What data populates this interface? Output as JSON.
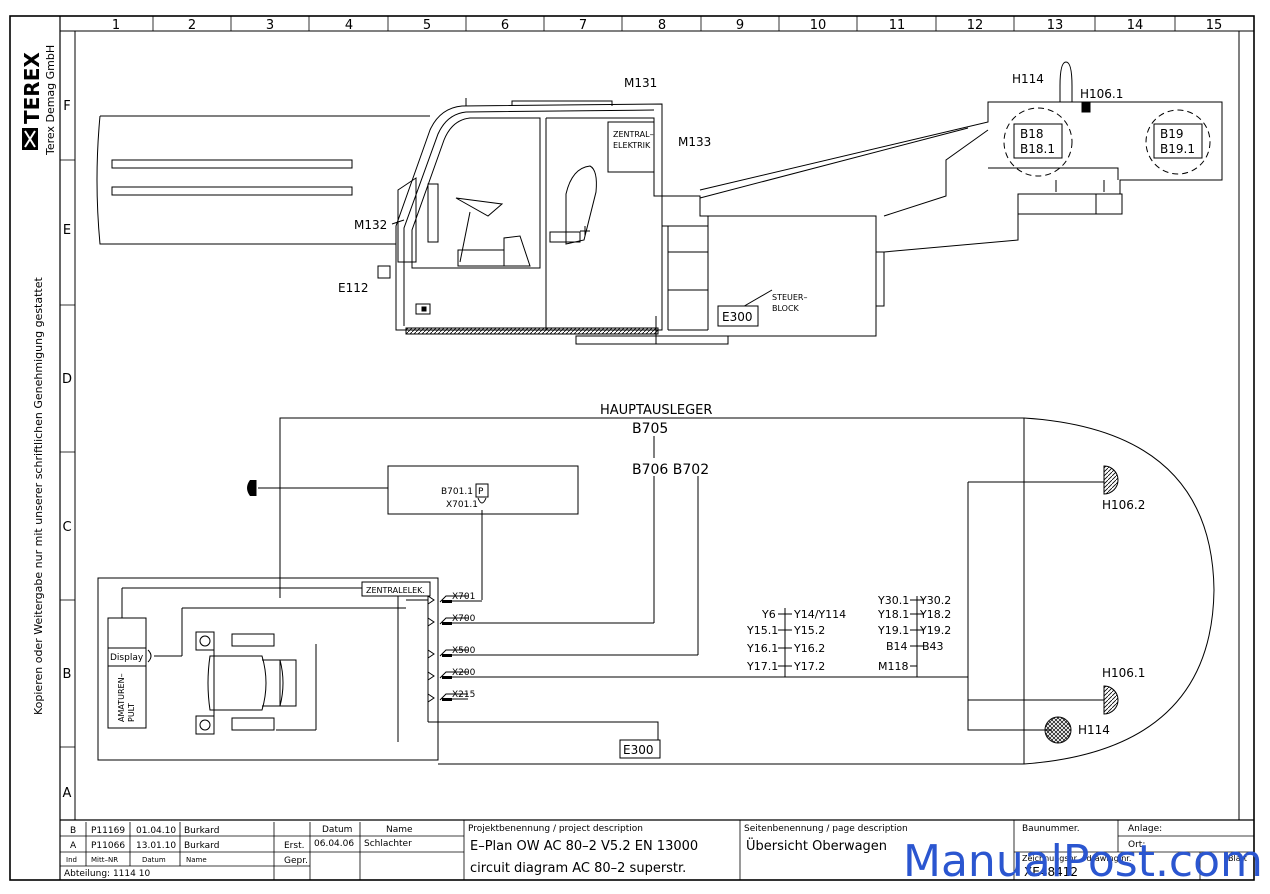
{
  "brand": {
    "logo_text": "TEREX",
    "company": "Terex Demag GmbH"
  },
  "side_note": "Kopieren oder Weitergabe nur mit unserer schriftlichen Genehmigung gestattet",
  "grid": {
    "columns": [
      "1",
      "2",
      "3",
      "4",
      "5",
      "6",
      "7",
      "8",
      "9",
      "10",
      "11",
      "12",
      "13",
      "14",
      "15"
    ],
    "rows": [
      "F",
      "E",
      "D",
      "C",
      "B",
      "A"
    ]
  },
  "upper": {
    "m131": "M131",
    "m132": "M132",
    "m133": "M133",
    "e112": "E112",
    "h114": "H114",
    "h106_1": "H106.1",
    "zentral_1": "ZENTRAL–",
    "zentral_2": "ELEKTRIK",
    "steuer_1": "STEUER–",
    "steuer_2": "BLOCK",
    "e300": "E300",
    "b18": "B18",
    "b18_1": "B18.1",
    "b19": "B19",
    "b19_1": "B19.1"
  },
  "lower": {
    "hauptausleger": "HAUPTAUSLEGER",
    "b705": "B705",
    "b706_b702": "B706 B702",
    "b701_1": "B701.1",
    "p": "P",
    "x701_1": "X701.1",
    "zentralelek": "ZENTRALELEK.",
    "x701": "X701",
    "x700": "X700",
    "x500": "X500",
    "x200": "X200",
    "x215": "X215",
    "display": "Display",
    "amaturen_1": "AMATUREN–",
    "amaturen_2": "PULT",
    "e300": "E300",
    "h106_2": "H106.2",
    "h106_1": "H106.1",
    "h114": "H114",
    "y6": "Y6",
    "y14": "Y14/Y114",
    "y15_1": "Y15.1",
    "y15_2": "Y15.2",
    "y16_1": "Y16.1",
    "y16_2": "Y16.2",
    "y17_1": "Y17.1",
    "y17_2": "Y17.2",
    "y30_1": "Y30.1",
    "y30_2": "Y30.2",
    "y18_1": "Y18.1",
    "y18_2": "Y18.2",
    "y19_1": "Y19.1",
    "y19_2": "Y19.2",
    "b14": "B14",
    "b43": "B43",
    "m118": "M118"
  },
  "title_block": {
    "rev_b": {
      "ind": "B",
      "mitt": "P11169",
      "datum": "01.04.10",
      "name": "Burkard"
    },
    "rev_a": {
      "ind": "A",
      "mitt": "P11066",
      "datum": "13.01.10",
      "name": "Burkard"
    },
    "hdr_ind": "Ind",
    "hdr_mitt": "Mitt–NR",
    "hdr_datum": "Datum",
    "hdr_name": "Name",
    "abteilung": "Abteilung:  1114 10",
    "col_datum": "Datum",
    "col_name": "Name",
    "erst": "Erst.",
    "erst_datum": "06.04.06",
    "erst_name": "Schlachter",
    "gepr": "Gepr.",
    "proj_label": "Projektbenennung / project description",
    "proj_line1": "E–Plan OW AC 80–2 V5.2 EN 13000",
    "proj_line2": "circuit diagram AC 80–2 superstr.",
    "page_label": "Seitenbenennung / page description",
    "page_value": "Übersicht Oberwagen",
    "baunummer": "Baunummer.",
    "anlage": "Anlage:",
    "ort": "Ort:",
    "zeichnung": "Zeichnungsnr. / drawing nr.",
    "zeichnung_val": "XE48412",
    "blatt": "Blatt"
  },
  "watermark": "ManualPost.com"
}
